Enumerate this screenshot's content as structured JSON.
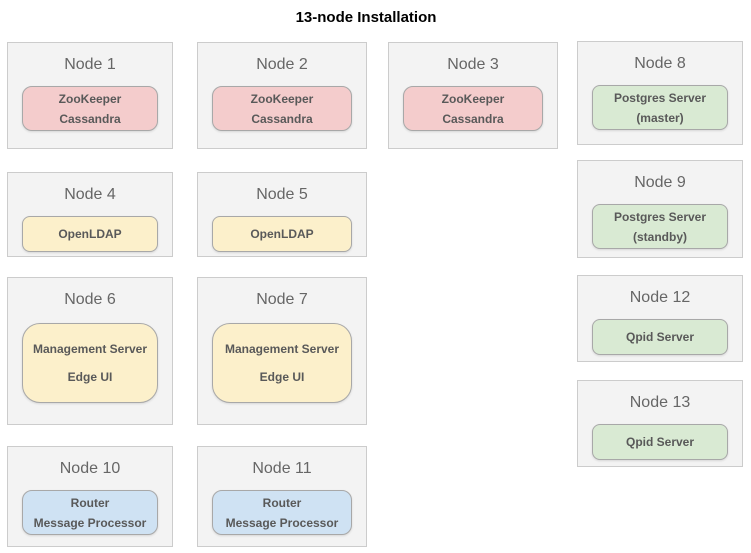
{
  "title": "13-node Installation",
  "colors": {
    "pink": "#f4cccc",
    "yellow": "#fcf0cb",
    "green": "#d9ead3",
    "blue": "#cfe2f3",
    "node_bg": "#f3f3f3",
    "node_border": "#cccccc",
    "component_border": "#a8a8a8",
    "node_title_text": "#666666",
    "component_text": "#595959",
    "title_text": "#000000"
  },
  "nodes": [
    {
      "title": "Node 1",
      "color": "pink",
      "components": [
        "ZooKeeper",
        "Cassandra"
      ]
    },
    {
      "title": "Node 2",
      "color": "pink",
      "components": [
        "ZooKeeper",
        "Cassandra"
      ]
    },
    {
      "title": "Node 3",
      "color": "pink",
      "components": [
        "ZooKeeper",
        "Cassandra"
      ]
    },
    {
      "title": "Node 4",
      "color": "yellow",
      "components": [
        "OpenLDAP"
      ]
    },
    {
      "title": "Node 5",
      "color": "yellow",
      "components": [
        "OpenLDAP"
      ]
    },
    {
      "title": "Node 6",
      "color": "yellow",
      "components": [
        "Management Server",
        "Edge UI"
      ]
    },
    {
      "title": "Node 7",
      "color": "yellow",
      "components": [
        "Management Server",
        "Edge UI"
      ]
    },
    {
      "title": "Node 8",
      "color": "green",
      "components": [
        "Postgres Server",
        "(master)"
      ]
    },
    {
      "title": "Node 9",
      "color": "green",
      "components": [
        "Postgres Server",
        "(standby)"
      ]
    },
    {
      "title": "Node 10",
      "color": "blue",
      "components": [
        "Router",
        "Message Processor"
      ]
    },
    {
      "title": "Node 11",
      "color": "blue",
      "components": [
        "Router",
        "Message Processor"
      ]
    },
    {
      "title": "Node 12",
      "color": "green",
      "components": [
        "Qpid Server"
      ]
    },
    {
      "title": "Node 13",
      "color": "green",
      "components": [
        "Qpid Server"
      ]
    }
  ]
}
